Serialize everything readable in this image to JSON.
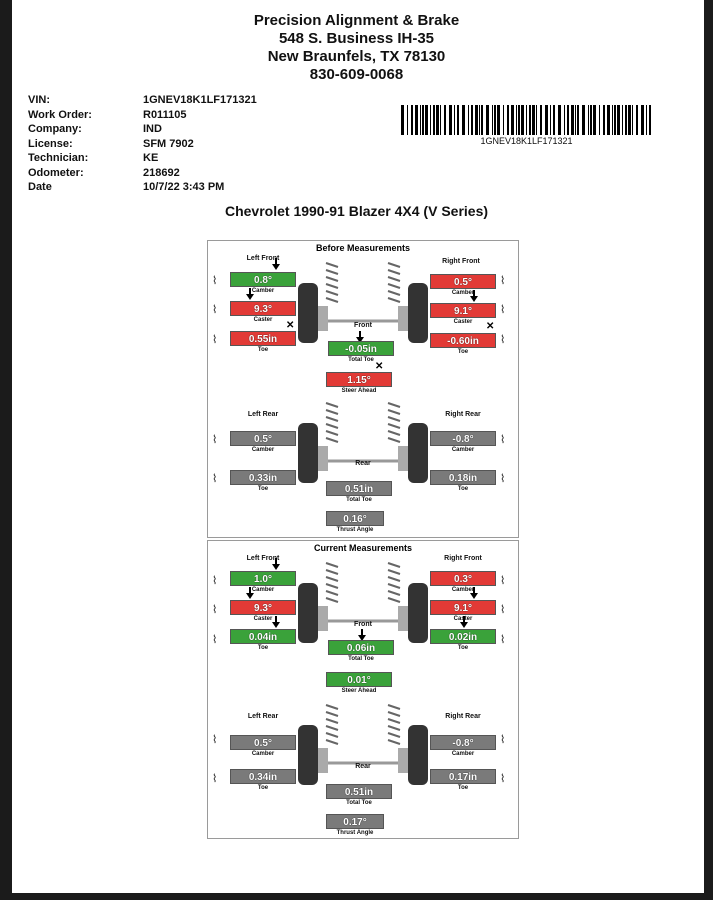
{
  "header": {
    "shop_name": "Precision Alignment & Brake",
    "address1": "548 S. Business IH-35",
    "address2": "New Braunfels, TX 78130",
    "phone": "830-609-0068"
  },
  "info": [
    {
      "key": "VIN:",
      "value": "1GNEV18K1LF171321"
    },
    {
      "key": "Work Order:",
      "value": "R011105"
    },
    {
      "key": "Company:",
      "value": "IND"
    },
    {
      "key": "License:",
      "value": "SFM 7902"
    },
    {
      "key": "Technician:",
      "value": "KE"
    },
    {
      "key": "Odometer:",
      "value": "218692"
    },
    {
      "key": "Date",
      "value": "10/7/22 3:43 PM"
    }
  ],
  "barcode_text": "1GNEV18K1LF171321",
  "vehicle": "Chevrolet 1990-91 Blazer 4X4 (V Series)",
  "before": {
    "title": "Before Measurements",
    "left_front": "Left Front",
    "right_front": "Right Front",
    "front": "Front",
    "left_rear": "Left Rear",
    "right_rear": "Right Rear",
    "rear": "Rear",
    "lf_camber": "0.8°",
    "lf_caster": "9.3°",
    "lf_toe": "0.55in",
    "rf_camber": "0.5°",
    "rf_caster": "9.1°",
    "rf_toe": "-0.60in",
    "front_total_toe": "-0.05in",
    "steer_ahead": "1.15°",
    "lr_camber": "0.5°",
    "lr_toe": "0.33in",
    "rr_camber": "-0.8°",
    "rr_toe": "0.18in",
    "rear_total_toe": "0.51in",
    "thrust_angle": "0.16°"
  },
  "current": {
    "title": "Current Measurements",
    "left_front": "Left Front",
    "right_front": "Right Front",
    "front": "Front",
    "left_rear": "Left Rear",
    "right_rear": "Right Rear",
    "rear": "Rear",
    "lf_camber": "1.0°",
    "lf_caster": "9.3°",
    "lf_toe": "0.04in",
    "rf_camber": "0.3°",
    "rf_caster": "9.1°",
    "rf_toe": "0.02in",
    "front_total_toe": "0.06in",
    "steer_ahead": "0.01°",
    "lr_camber": "0.5°",
    "lr_toe": "0.34in",
    "rr_camber": "-0.8°",
    "rr_toe": "0.17in",
    "rear_total_toe": "0.51in",
    "thrust_angle": "0.17°"
  },
  "labels": {
    "camber": "Camber",
    "caster": "Caster",
    "toe": "Toe",
    "total_toe": "Total Toe",
    "steer_ahead": "Steer Ahead",
    "thrust_angle": "Thrust Angle"
  },
  "colors": {
    "in_spec": "#3aa23a",
    "out_of_spec": "#e23a36",
    "no_spec": "#7a7a7a"
  }
}
